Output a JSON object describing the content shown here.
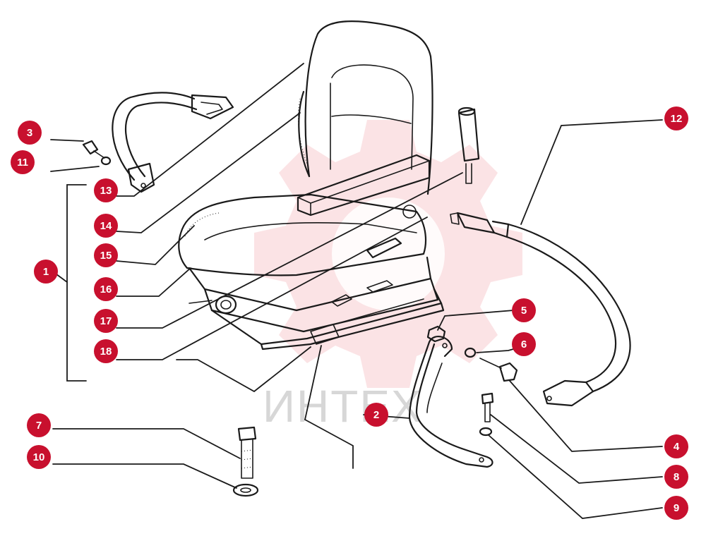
{
  "watermark": {
    "text": "ИНТЕХ",
    "color": "#e23a48"
  },
  "callout_color": "#c8102e",
  "callouts": [
    {
      "label": "1"
    },
    {
      "label": "2"
    },
    {
      "label": "3"
    },
    {
      "label": "4"
    },
    {
      "label": "5"
    },
    {
      "label": "6"
    },
    {
      "label": "7"
    },
    {
      "label": "8"
    },
    {
      "label": "9"
    },
    {
      "label": "10"
    },
    {
      "label": "11"
    },
    {
      "label": "12"
    },
    {
      "label": "13"
    },
    {
      "label": "14"
    },
    {
      "label": "15"
    },
    {
      "label": "16"
    },
    {
      "label": "17"
    },
    {
      "label": "18"
    }
  ]
}
